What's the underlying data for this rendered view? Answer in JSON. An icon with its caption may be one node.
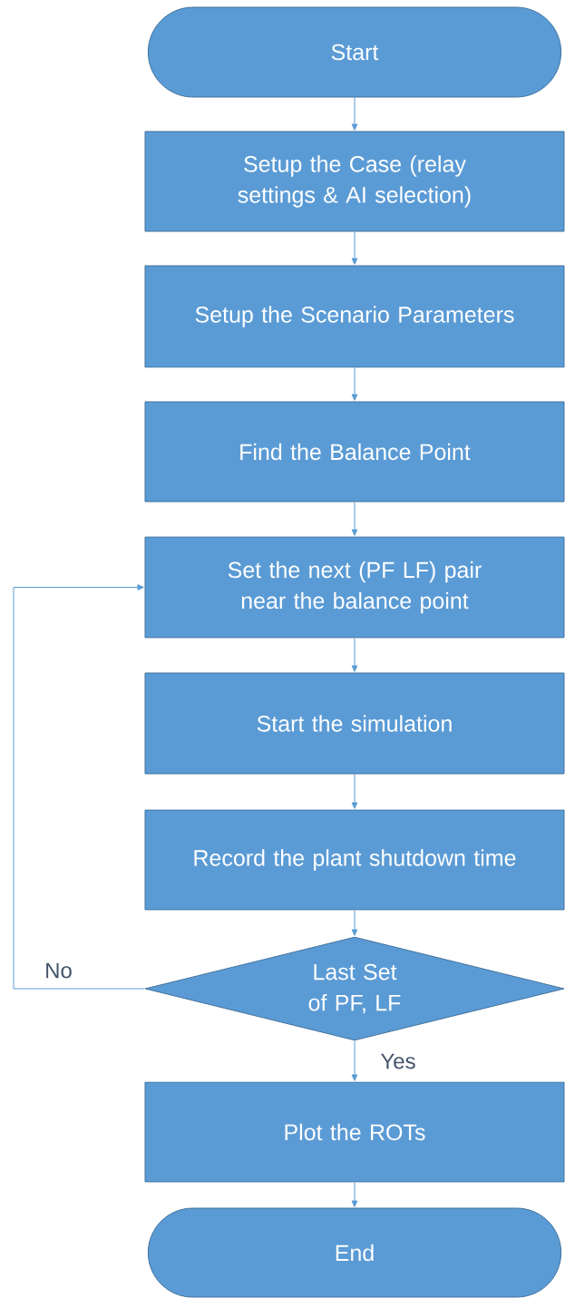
{
  "diagram": {
    "nodes": [
      {
        "text": [
          "Start"
        ]
      },
      {
        "text": [
          "Setup the Case (relay settings & AI selection)"
        ]
      },
      {
        "text": [
          "Setup the Scenario Parameters"
        ]
      },
      {
        "text": [
          "Find the Balance Point"
        ]
      },
      {
        "text": [
          "Set the next (PF LF) pair near the balance point"
        ]
      },
      {
        "text": [
          "Start the simulation"
        ]
      },
      {
        "text": [
          "Record the plant shutdown time"
        ]
      },
      {
        "text": [
          "Last Set of PF, LF"
        ]
      },
      {
        "text": [
          "Plot the ROTs"
        ]
      },
      {
        "text": [
          "End"
        ]
      }
    ],
    "edges": [
      {
        "from": 0,
        "to": 1,
        "arrow": "to"
      },
      {
        "from": 1,
        "to": 2,
        "arrow": "to"
      },
      {
        "from": 2,
        "to": 3,
        "arrow": "to"
      },
      {
        "from": 3,
        "to": 4,
        "arrow": "to"
      },
      {
        "from": 4,
        "to": 5,
        "arrow": "to"
      },
      {
        "from": 5,
        "to": 6,
        "arrow": "to"
      },
      {
        "from": 6,
        "to": 7,
        "arrow": "to"
      },
      {
        "from": 7,
        "to": 4,
        "arrow": "to",
        "label": "No"
      },
      {
        "from": 7,
        "to": 8,
        "arrow": "to",
        "label": "Yes"
      },
      {
        "from": 8,
        "to": 9,
        "arrow": "to"
      }
    ]
  }
}
